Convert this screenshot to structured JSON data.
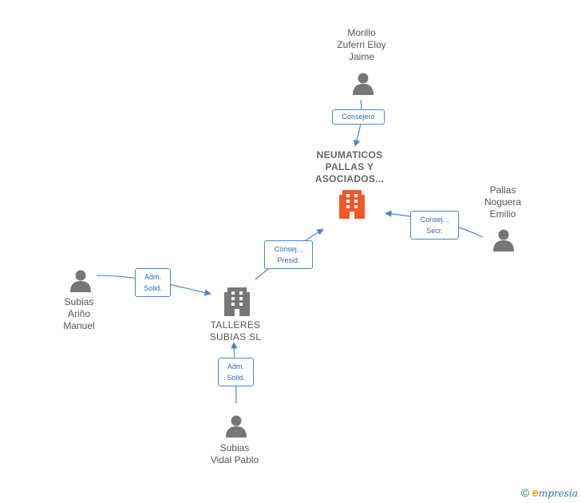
{
  "nodes": {
    "morillo": {
      "lines": [
        "Morillo",
        "Zuferri Eloy",
        "Jaime"
      ],
      "kind": "person"
    },
    "neumaticos": {
      "lines": [
        "NEUMATICOS",
        "PALLAS Y",
        "ASOCIADOS..."
      ],
      "kind": "company",
      "color": "#f05a28"
    },
    "pallas": {
      "lines": [
        "Pallas",
        "Noguera",
        "Emilio"
      ],
      "kind": "person"
    },
    "subias_arino": {
      "lines": [
        "Subias",
        "Ariño",
        "Manuel"
      ],
      "kind": "person"
    },
    "talleres": {
      "lines": [
        "TALLERES",
        "SUBIAS SL"
      ],
      "kind": "company",
      "color": "#777777"
    },
    "subias_vidal": {
      "lines": [
        "Subias",
        "Vidal Pablo"
      ],
      "kind": "person"
    }
  },
  "edges": {
    "morillo_neumaticos": {
      "lines": [
        "Consejero"
      ]
    },
    "pallas_neumaticos": {
      "lines": [
        "Consej. ,",
        "Secr."
      ]
    },
    "talleres_neumaticos": {
      "lines": [
        "Consej. ,",
        "Presid."
      ]
    },
    "arino_talleres": {
      "lines": [
        "Adm.",
        "Solid."
      ]
    },
    "vidal_talleres": {
      "lines": [
        "Adm.",
        "Solid."
      ]
    }
  },
  "colors": {
    "edge": "#4a86cf",
    "person_icon": "#777777"
  },
  "brand": {
    "copyright": "©",
    "initial": "e",
    "rest": "mpresia"
  }
}
